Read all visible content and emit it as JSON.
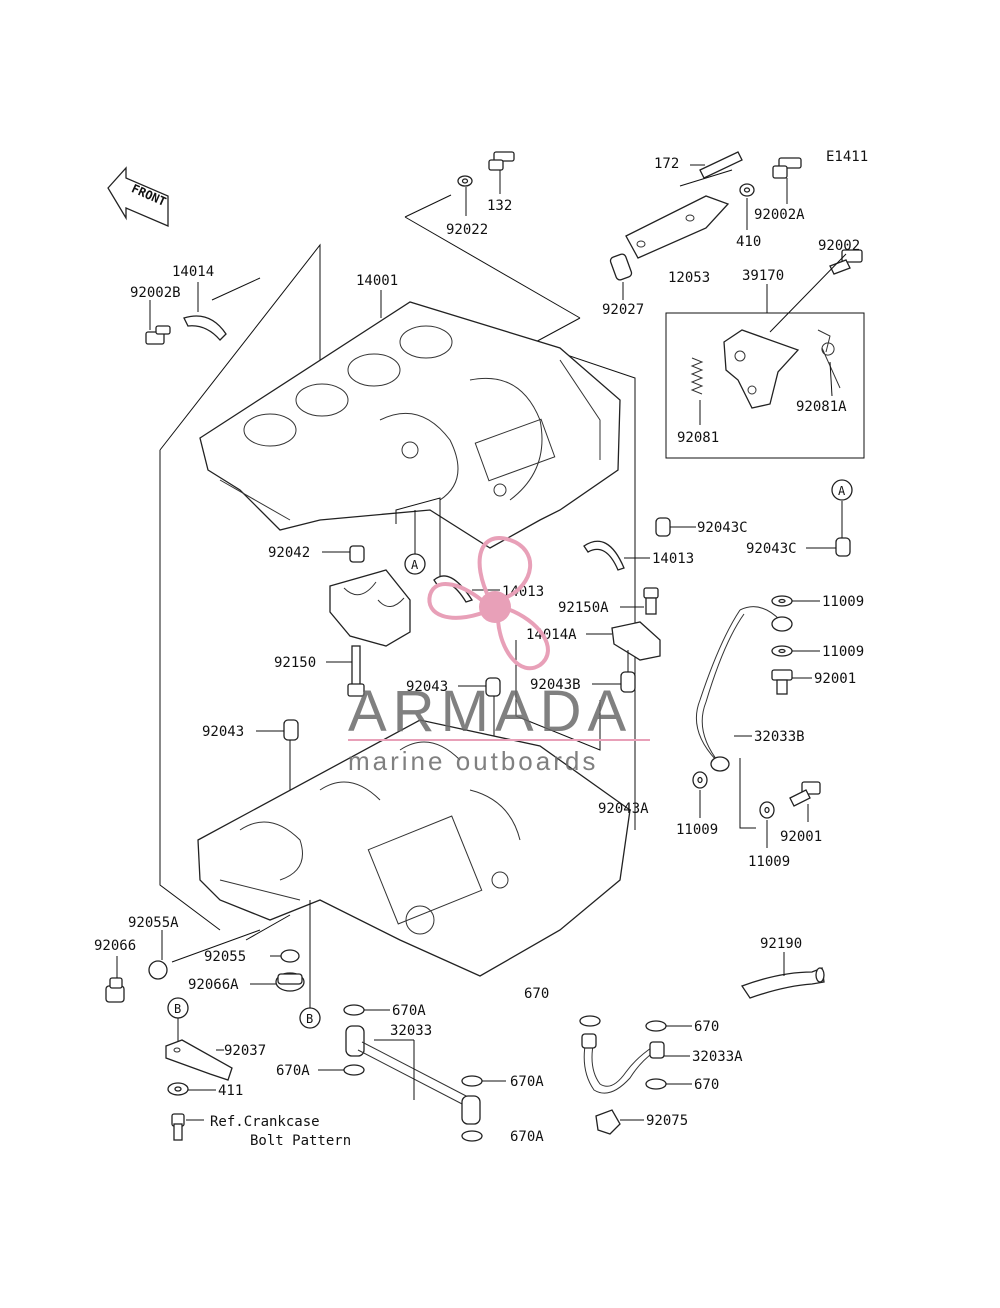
{
  "diagram": {
    "code": "E1411",
    "front_label": "FRONT",
    "labels": {
      "p172": "172",
      "p132": "132",
      "p92022": "92022",
      "p410": "410",
      "p92002A": "92002A",
      "p12053": "12053",
      "p92002": "92002",
      "p39170": "39170",
      "p92027": "92027",
      "p92081A": "92081A",
      "p92081": "92081",
      "p14014": "14014",
      "p92002B": "92002B",
      "p14001": "14001",
      "p92043C_1": "92043C",
      "p92043C_2": "92043C",
      "p92042": "92042",
      "p14013_1": "14013",
      "p14013_2": "14013",
      "p92150A": "92150A",
      "p14014A": "14014A",
      "p11009_1": "11009",
      "p11009_2": "11009",
      "p11009_3": "11009",
      "p11009_4": "11009",
      "p92150": "92150",
      "p92043_1": "92043",
      "p92043B": "92043B",
      "p92001_1": "92001",
      "p92001_2": "92001",
      "p92043_2": "92043",
      "p32033B": "32033B",
      "p92043A": "92043A",
      "p92055A": "92055A",
      "p92066": "92066",
      "p92055": "92055",
      "p92066A": "92066A",
      "p92190": "92190",
      "p670A_1": "670A",
      "p670A_2": "670A",
      "p670A_3": "670A",
      "p670A_4": "670A",
      "p670_1": "670",
      "p670_2": "670",
      "p670_3": "670",
      "p32033": "32033",
      "p32033A": "32033A",
      "p92037": "92037",
      "p411": "411",
      "p92075": "92075",
      "ref1": "Ref.Crankcase",
      "ref2": "Bolt Pattern"
    },
    "callouts": {
      "A1": "A",
      "A2": "A",
      "B1": "B",
      "B2": "B"
    }
  },
  "watermark": {
    "brand": "ARMADA",
    "tagline": "marine outboards",
    "accent_color": "#e8a0b8",
    "text_color": "#6a6a6a"
  }
}
